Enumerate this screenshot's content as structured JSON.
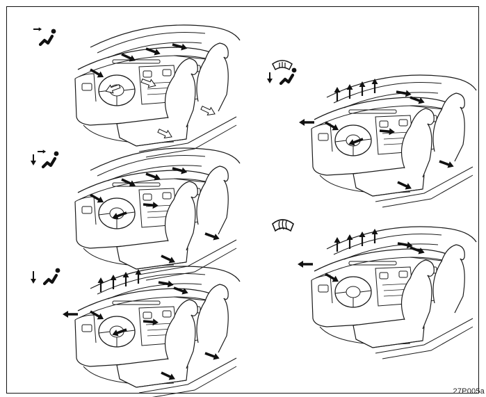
{
  "figure": {
    "code": "27P005a",
    "stroke_color": "#1a1a1a",
    "fill_color": "#ffffff",
    "arrow_fill": "#111111",
    "floor_arrow_fill": "#ffffff"
  },
  "panels": [
    {
      "mode": "face",
      "icon": "face-vent-icon",
      "upper_arrows": 0,
      "windshield_arrows": 0,
      "floor_arrows": "outline"
    },
    {
      "mode": "bi-level",
      "icon": "bi-level-icon",
      "upper_arrows": 0,
      "windshield_arrows": 0,
      "floor_arrows": "solid"
    },
    {
      "mode": "foot",
      "icon": "foot-icon",
      "upper_arrows": 4,
      "windshield_arrows": 4,
      "floor_arrows": "solid"
    },
    {
      "mode": "foot-defroster",
      "icon": "foot-defroster-icon",
      "upper_arrows": 4,
      "windshield_arrows": 4,
      "floor_arrows": "solid"
    },
    {
      "mode": "defroster",
      "icon": "defroster-icon",
      "upper_arrows": 4,
      "windshield_arrows": 4,
      "floor_arrows": "none"
    }
  ]
}
